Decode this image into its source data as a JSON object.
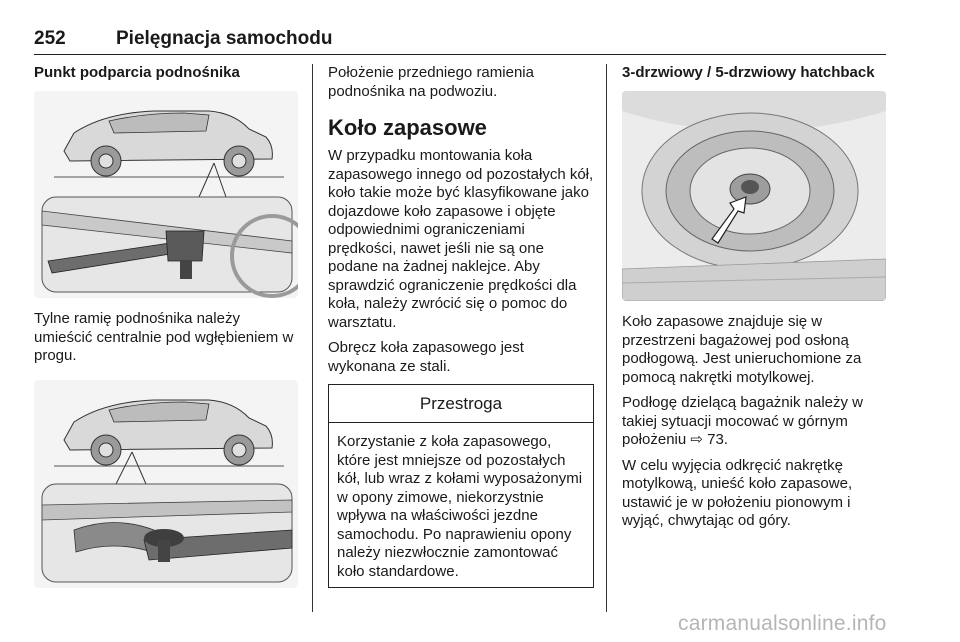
{
  "header": {
    "page_number": "252",
    "title": "Pielęgnacja samochodu"
  },
  "col1": {
    "heading": "Punkt podparcia podnośnika",
    "caption": "Tylne ramię podnośnika należy umieścić centralnie pod wgłębieniem w progu."
  },
  "col2": {
    "intro": "Położenie przedniego ramienia podnośnika na podwoziu.",
    "heading": "Koło zapasowe",
    "p1": "W przypadku montowania koła zapasowego innego od pozostałych kół, koło takie może być klasyfikowane jako dojazdowe koło zapasowe i objęte odpowiednimi ograniczeniami prędkości, nawet jeśli nie są one podane na żadnej naklejce. Aby sprawdzić ograniczenie prędkości dla koła, należy zwrócić się o pomoc do warsztatu.",
    "p2": "Obręcz koła zapasowego jest wykonana ze stali.",
    "warning_title": "Przestroga",
    "warning_text": "Korzystanie z koła zapasowego, które jest mniejsze od pozostałych kół, lub wraz z kołami wyposażonymi w opony zimowe, niekorzystnie wpływa na właściwości jezdne samochodu. Po naprawieniu opony należy niezwłocznie zamontować koło standardowe."
  },
  "col3": {
    "heading": "3-drzwiowy / 5-drzwiowy hatchback",
    "p1": "Koło zapasowe znajduje się w przestrzeni bagażowej pod osłoną podłogową. Jest unieruchomione za pomocą nakrętki motylkowej.",
    "p2": "Podłogę dzielącą bagażnik należy w takiej sytuacji mocować w górnym położeniu ⇨ 73.",
    "p3": "W celu wyjęcia odkręcić nakrętkę motylkową, unieść koło zapasowe, ustawić je w położeniu pionowym i wyjąć, chwytając od góry."
  },
  "footer": {
    "watermark": "carmanualsonline.info"
  }
}
